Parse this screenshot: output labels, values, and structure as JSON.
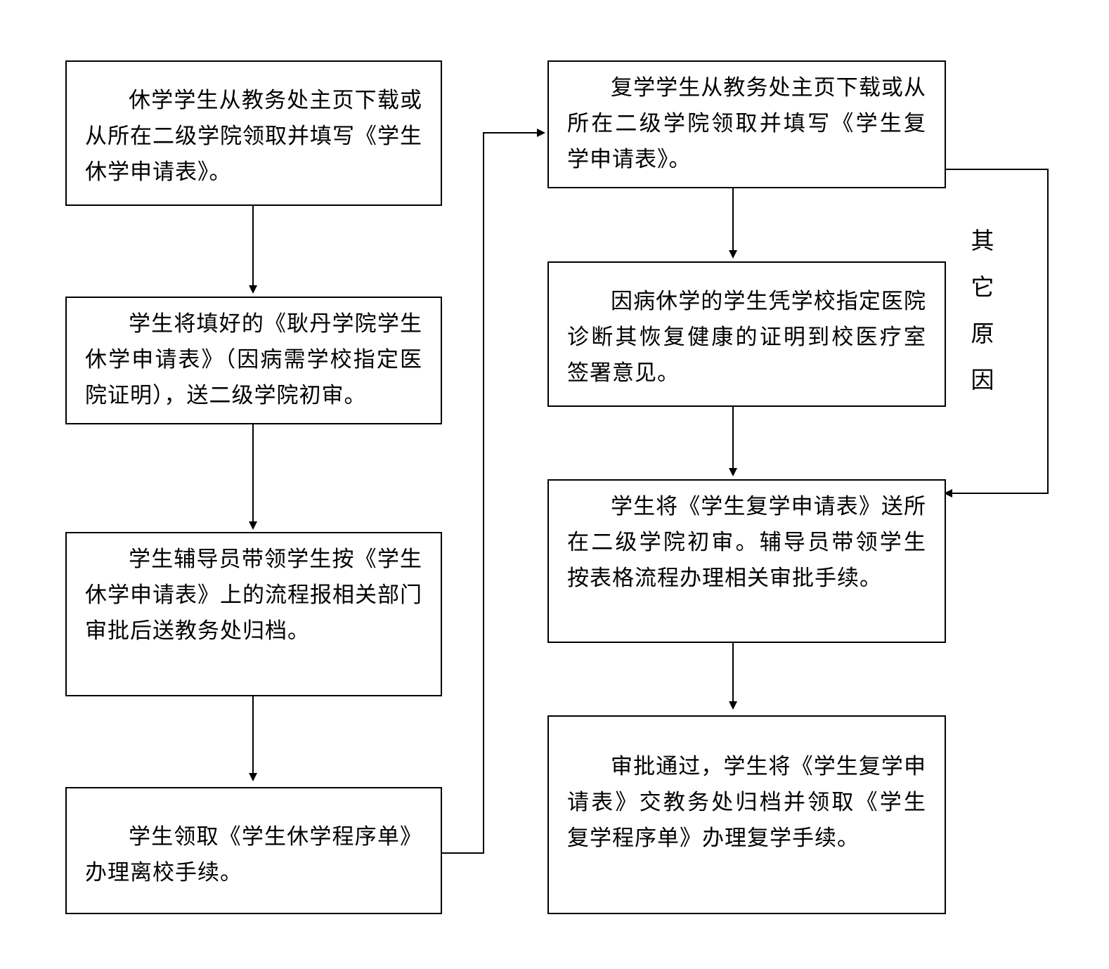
{
  "left_column": [
    {
      "text": "休学学生从教务处主页下载或从所在二级学院领取并填写《学生休学申请表》。"
    },
    {
      "text": "学生将填好的《耿丹学院学生休学申请表》（因病需学校指定医院证明），送二级学院初审。"
    },
    {
      "text": "学生辅导员带领学生按《学生休学申请表》上的流程报相关部门审批后送教务处归档。"
    },
    {
      "text": "学生领取《学生休学程序单》办理离校手续。"
    }
  ],
  "right_column": [
    {
      "text": "复学学生从教务处主页下载或从所在二级学院领取并填写《学生复学申请表》。"
    },
    {
      "text": "因病休学的学生凭学校指定医院诊断其恢复健康的证明到校医疗室签署意见。"
    },
    {
      "text": "学生将《学生复学申请表》送所在二级学院初审。辅导员带领学生按表格流程办理相关审批手续。"
    },
    {
      "text": "审批通过，学生将《学生复学申请表》交教务处归档并领取《学生复学程序单》办理复学手续。"
    }
  ],
  "side_label": {
    "chars": [
      "其",
      "它",
      "原",
      "因"
    ]
  }
}
